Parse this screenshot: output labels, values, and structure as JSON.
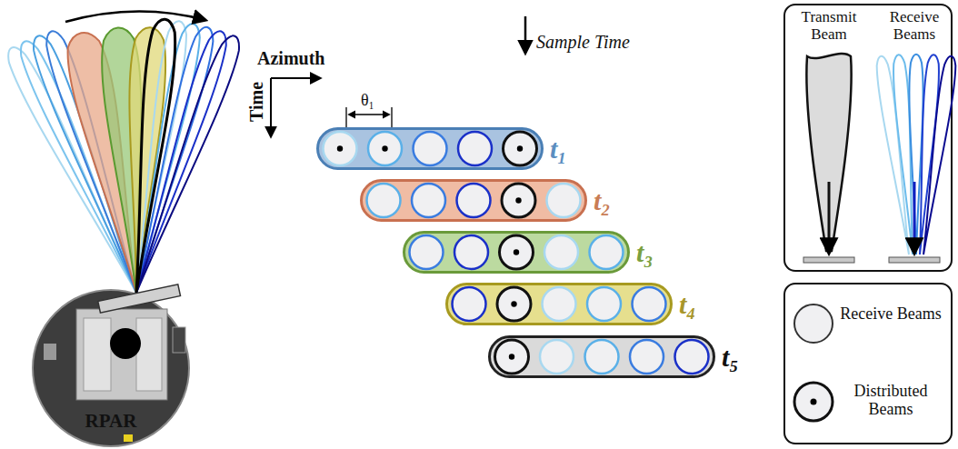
{
  "diagram": {
    "nodes": [
      {
        "text": [
          "t₁"
        ]
      },
      {
        "text": [
          "t₂"
        ]
      },
      {
        "text": [
          "t₃"
        ]
      },
      {
        "text": [
          "t₄"
        ]
      },
      {
        "text": [
          "t₅"
        ]
      }
    ],
    "labels": [
      "RPAR",
      "Azimuth",
      "Time",
      "θ₁",
      "Sample Time",
      "Transmit Beam",
      "Receive Beams"
    ],
    "legend": [
      {
        "text": "Receive Beams"
      },
      {
        "text": "Distributed Beams"
      }
    ]
  }
}
